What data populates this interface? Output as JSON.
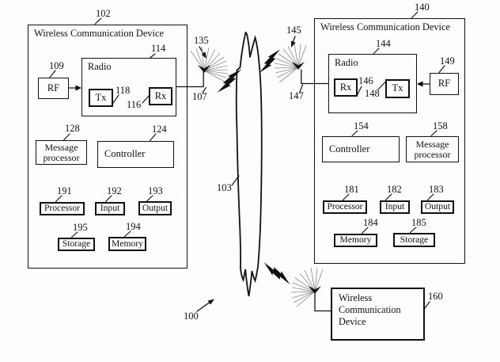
{
  "figure": {
    "type": "patent-block-diagram",
    "colors": {
      "line": "#111111",
      "background": "#ffffff"
    },
    "text": {
      "device_title": "Wireless Communication Device",
      "radio": "Radio",
      "rf": "RF",
      "tx": "Tx",
      "rx": "Rx",
      "message_processor": "Message processor",
      "controller": "Controller",
      "processor": "Processor",
      "input": "Input",
      "output": "Output",
      "storage": "Storage",
      "memory": "Memory"
    },
    "labels": {
      "system": "100",
      "network": "103",
      "device_left": "102",
      "device_right": "140",
      "device_bottom": "160",
      "antenna_left": "135",
      "antenna_right": "145",
      "link_left": "107",
      "link_right": "147",
      "rf_left": "109",
      "radio_left": "114",
      "tx_left": "118",
      "rx_left": "116",
      "msgproc_left": "128",
      "controller_left": "124",
      "processor_left": "191",
      "input_left": "192",
      "output_left": "193",
      "storage_left": "195",
      "memory_left": "194",
      "radio_right": "144",
      "rx_right": "146",
      "tx_right": "148",
      "rf_right": "149",
      "controller_right": "154",
      "msgproc_right": "158",
      "processor_right": "181",
      "input_right": "182",
      "output_right": "183",
      "memory_right": "184",
      "storage_right": "185"
    }
  }
}
